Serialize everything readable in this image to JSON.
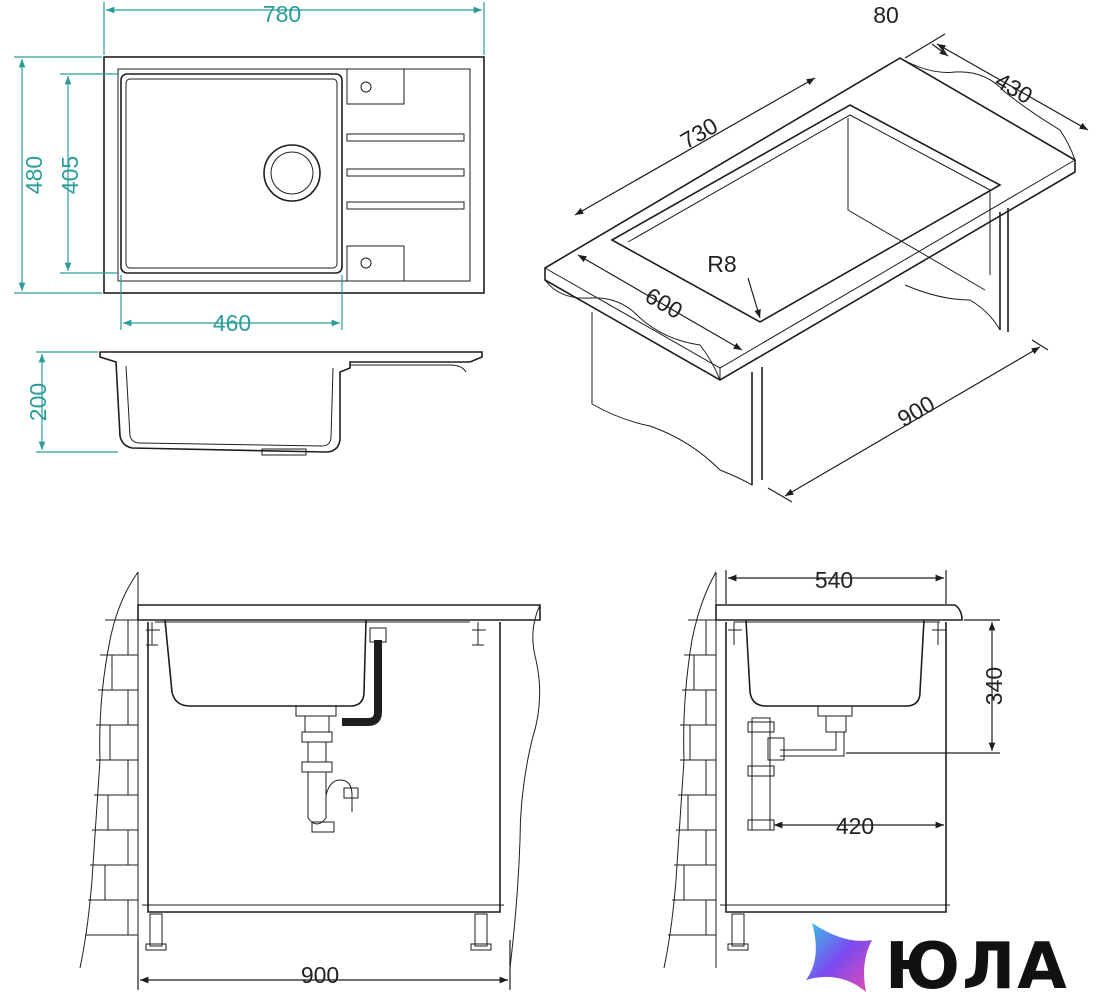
{
  "colors": {
    "dimension": "#2a9d9a",
    "line": "#1e1e1e",
    "logo_text": "#111111"
  },
  "top_view": {
    "overall_width": "780",
    "overall_depth": "480",
    "bowl_depth": "405",
    "bowl_width": "460"
  },
  "side_view": {
    "height": "200"
  },
  "isometric": {
    "top_depth": "80",
    "cabinet_depth": "430",
    "bowl_length": "730",
    "corner_radius": "R8",
    "width": "600",
    "cabinet_width": "900"
  },
  "front_install": {
    "cabinet_width": "900"
  },
  "side_install": {
    "width": "540",
    "height": "340",
    "drain_offset": "420"
  },
  "logo": {
    "text": "ЮЛА",
    "icon": "star-logo-icon"
  }
}
